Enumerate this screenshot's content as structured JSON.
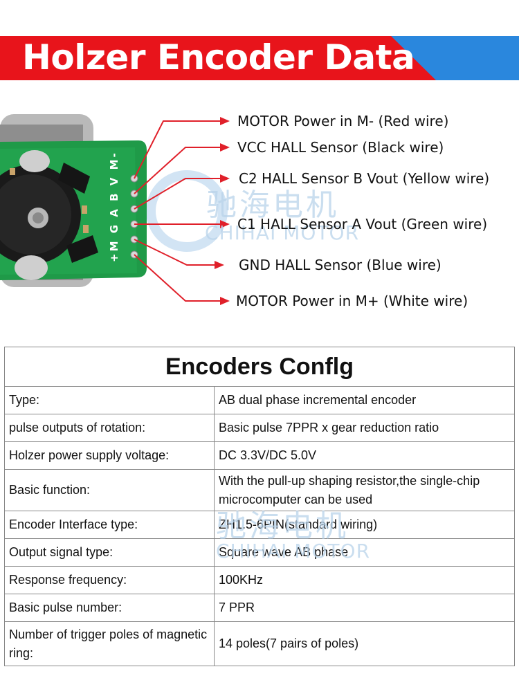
{
  "banner": {
    "title": "Holzer Encoder Data"
  },
  "pins": [
    {
      "label": "MOTOR Power in M- (Red wire)"
    },
    {
      "label": "VCC  HALL Sensor (Black wire)"
    },
    {
      "label": "C2  HALL Sensor B Vout (Yellow wire)"
    },
    {
      "label": "C1 HALL Sensor A Vout (Green wire)"
    },
    {
      "label": "GND HALL Sensor  (Blue wire)"
    },
    {
      "label": "MOTOR Power in M+  (White wire)"
    }
  ],
  "board_silkscreen": "+M G A B V M-",
  "watermark": {
    "cn": "驰海电机",
    "en": "CHIHAI MOTOR"
  },
  "config": {
    "title": "Encoders Conflg",
    "rows": [
      {
        "key": "Type:",
        "value": "AB dual phase incremental encoder"
      },
      {
        "key": "pulse outputs of rotation:",
        "value": "Basic pulse 7PPR x gear reduction ratio"
      },
      {
        "key": "Holzer power supply voltage:",
        "value": "DC 3.3V/DC 5.0V"
      },
      {
        "key": "Basic function:",
        "value": "With the pull-up shaping resistor,the single-chip microcomputer can be used"
      },
      {
        "key": "Encoder Interface type:",
        "value": "ZH1.5-6PIN(standard wiring)"
      },
      {
        "key": "Output signal type:",
        "value": "Square wave AB phase"
      },
      {
        "key": "Response frequency:",
        "value": "100KHz"
      },
      {
        "key": "Basic pulse number:",
        "value": "7 PPR"
      },
      {
        "key": "Number of trigger poles of magnetic ring:",
        "value": "14 poles(7 pairs of poles)"
      }
    ]
  },
  "colors": {
    "banner_red": "#e8141b",
    "banner_blue": "#2a87dd",
    "arrow_red": "#e0202a",
    "pcb_green": "#1f9a48"
  }
}
